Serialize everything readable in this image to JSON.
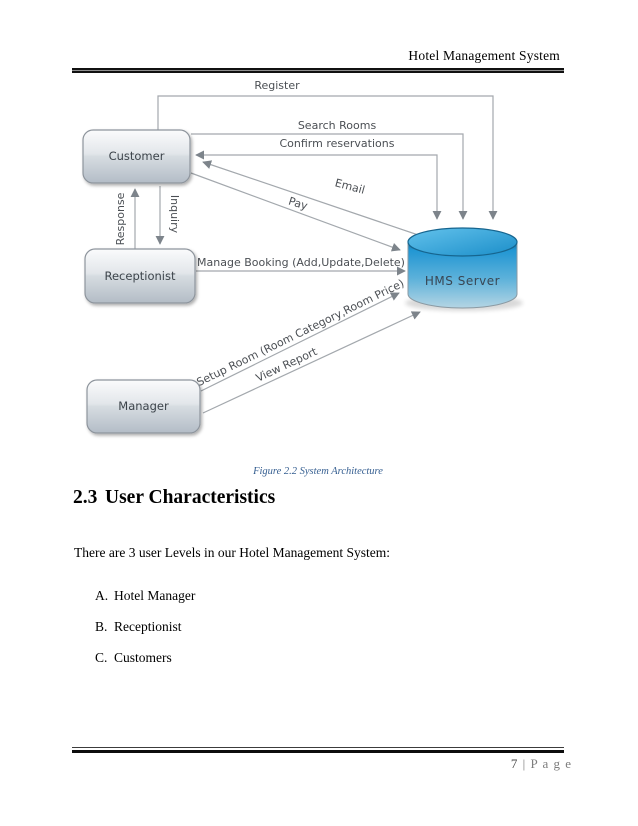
{
  "header": {
    "title": "Hotel Management System"
  },
  "diagram": {
    "nodes": {
      "customer": "Customer",
      "receptionist": "Receptionist",
      "manager": "Manager",
      "server": "HMS Server"
    },
    "flows": {
      "register": {
        "label": "Register",
        "from": "Customer",
        "to": "HMS Server"
      },
      "search_rooms": {
        "label": "Search Rooms",
        "from": "Customer",
        "to": "HMS Server"
      },
      "confirm_reservations": {
        "label": "Confirm reservations",
        "from": "HMS Server",
        "to": "Customer",
        "bidirectional": true
      },
      "email": {
        "label": "Email",
        "from": "HMS Server",
        "to": "Customer"
      },
      "pay": {
        "label": "Pay",
        "from": "Customer",
        "to": "HMS Server"
      },
      "response": {
        "label": "Response",
        "from": "Receptionist",
        "to": "Customer"
      },
      "inquiry": {
        "label": "Inquiry",
        "from": "Customer",
        "to": "Receptionist"
      },
      "manage_booking": {
        "label": "Manage Booking (Add,Update,Delete)",
        "from": "Receptionist",
        "to": "HMS Server"
      },
      "setup_room": {
        "label": "Setup Room (Room Category,Room Price)",
        "from": "Manager",
        "to": "HMS Server"
      },
      "view_report": {
        "label": "View Report",
        "from": "Manager",
        "to": "HMS Server"
      }
    }
  },
  "caption": "Figure 2.2 System Architecture",
  "section": {
    "number": "2.3",
    "title": "User Characteristics"
  },
  "paragraph": "There are 3 user Levels in our Hotel Management System:",
  "user_levels": [
    {
      "marker": "A.",
      "text": "Hotel Manager"
    },
    {
      "marker": "B.",
      "text": "Receptionist"
    },
    {
      "marker": "C.",
      "text": "Customers"
    }
  ],
  "footer": {
    "page_number": "7",
    "separator": "|",
    "page_word": "P a g e"
  },
  "colors": {
    "server_blue": "#2196d3",
    "caption_blue": "#365F91",
    "diagram_line_gray": "#a3a8ad",
    "node_gray": "#b6bfc8"
  }
}
